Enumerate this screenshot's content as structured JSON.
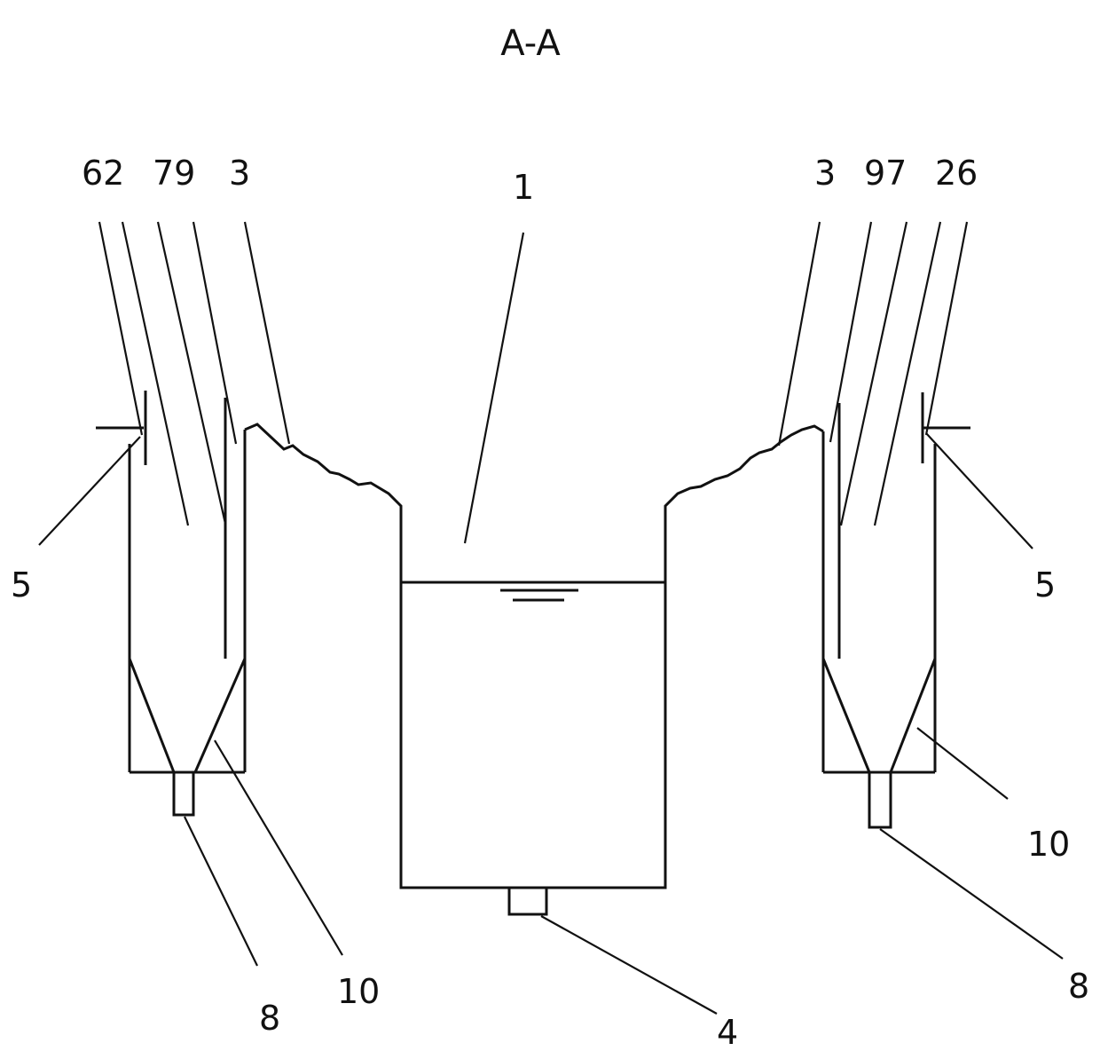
{
  "title": "A-A",
  "labels": {
    "top_left_1": "62",
    "top_left_2": "79",
    "top_left_3": "3",
    "top_center": "1",
    "top_right_1": "3",
    "top_right_2": "97",
    "top_right_3": "26",
    "left_side": "5",
    "right_side": "5",
    "bottom_left_8": "8",
    "bottom_left_10": "10",
    "bottom_center": "4",
    "bottom_right_10": "10",
    "bottom_right_8": "8"
  }
}
